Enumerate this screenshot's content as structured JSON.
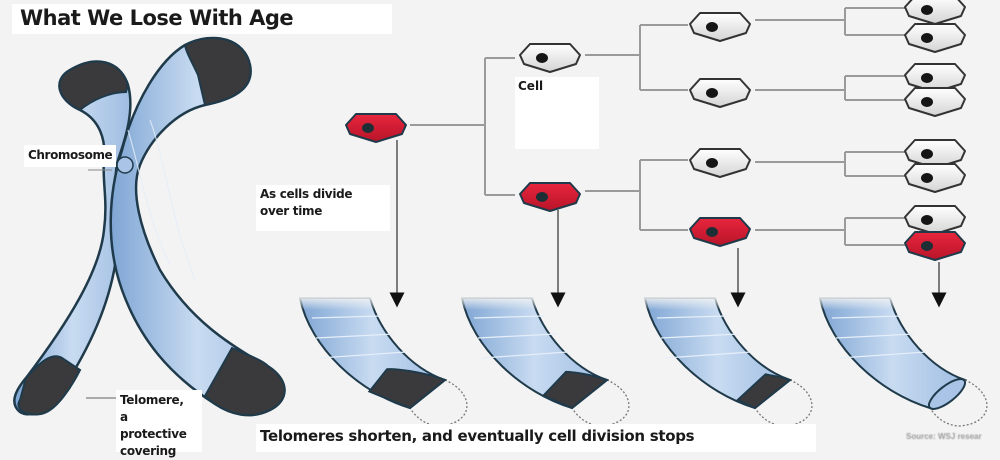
{
  "title": "What We Lose With Age",
  "labels": {
    "chromosome": "Chromosome",
    "cell": "Cell",
    "cells_divide_line1": "As cells divide",
    "cells_divide_line2": "over time",
    "telomere_line1": "Telomere,",
    "telomere_line2": "a protective",
    "telomere_line3": "covering",
    "caption": "Telomeres shorten, and eventually cell division stops",
    "source": "Source: WSJ resear"
  },
  "colors": {
    "background": "#f3f3f3",
    "chromosome_blue": "#8fb3dc",
    "chromosome_light": "#c5d8ef",
    "telomere_dark": "#3a3a3c",
    "outline": "#1f3a4a",
    "cell_red": "#d81e34",
    "cell_white": "#efefef",
    "line_gray": "#9a9a9a"
  },
  "cell_tree": {
    "generations": [
      {
        "cells": [
          "red"
        ]
      },
      {
        "cells": [
          "white",
          "red"
        ]
      },
      {
        "cells": [
          "white",
          "white",
          "white",
          "red"
        ]
      },
      {
        "cells": [
          "white",
          "white",
          "white",
          "white",
          "white",
          "white",
          "white",
          "red"
        ]
      }
    ]
  },
  "telomere_stages": [
    {
      "stage": 1,
      "telomere_remaining": 1.0
    },
    {
      "stage": 2,
      "telomere_remaining": 0.66
    },
    {
      "stage": 3,
      "telomere_remaining": 0.33
    },
    {
      "stage": 4,
      "telomere_remaining": 0.0
    }
  ]
}
